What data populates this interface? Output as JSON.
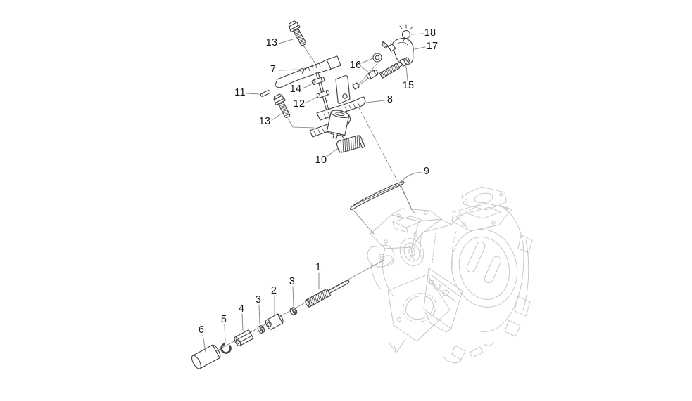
{
  "diagram": {
    "type": "exploded-parts-diagram",
    "subject": "engine crankcase governor / control rod assembly",
    "background_color": "#ffffff",
    "part_line_color": "#3f3f3f",
    "ghost_part_color": "#c2c2c2",
    "leader_line_color": "#8a8a8a",
    "label_color": "#161616",
    "callouts": [
      {
        "label": "13",
        "part": "hex-flange-bolt-upper"
      },
      {
        "label": "7",
        "part": "governor-lever-plate"
      },
      {
        "label": "11",
        "part": "pin"
      },
      {
        "label": "14",
        "part": "upper-washer-collar"
      },
      {
        "label": "12",
        "part": "lower-washer-collar"
      },
      {
        "label": "13",
        "part": "hex-flange-bolt-lower"
      },
      {
        "label": "16",
        "part": "adjuster-nuts"
      },
      {
        "label": "15",
        "part": "spring-screw"
      },
      {
        "label": "17",
        "part": "bracket"
      },
      {
        "label": "18",
        "part": "ball"
      },
      {
        "label": "8",
        "part": "governor-arm-assembly"
      },
      {
        "label": "10",
        "part": "coil-spring"
      },
      {
        "label": "9",
        "part": "shim-gasket"
      },
      {
        "label": "1",
        "part": "control-rod-with-spring"
      },
      {
        "label": "3",
        "part": "washer-a"
      },
      {
        "label": "2",
        "part": "sleeve-nut"
      },
      {
        "label": "3",
        "part": "washer-b"
      },
      {
        "label": "4",
        "part": "hex-spacer"
      },
      {
        "label": "5",
        "part": "snap-ring"
      },
      {
        "label": "6",
        "part": "end-pin-cap"
      }
    ]
  }
}
